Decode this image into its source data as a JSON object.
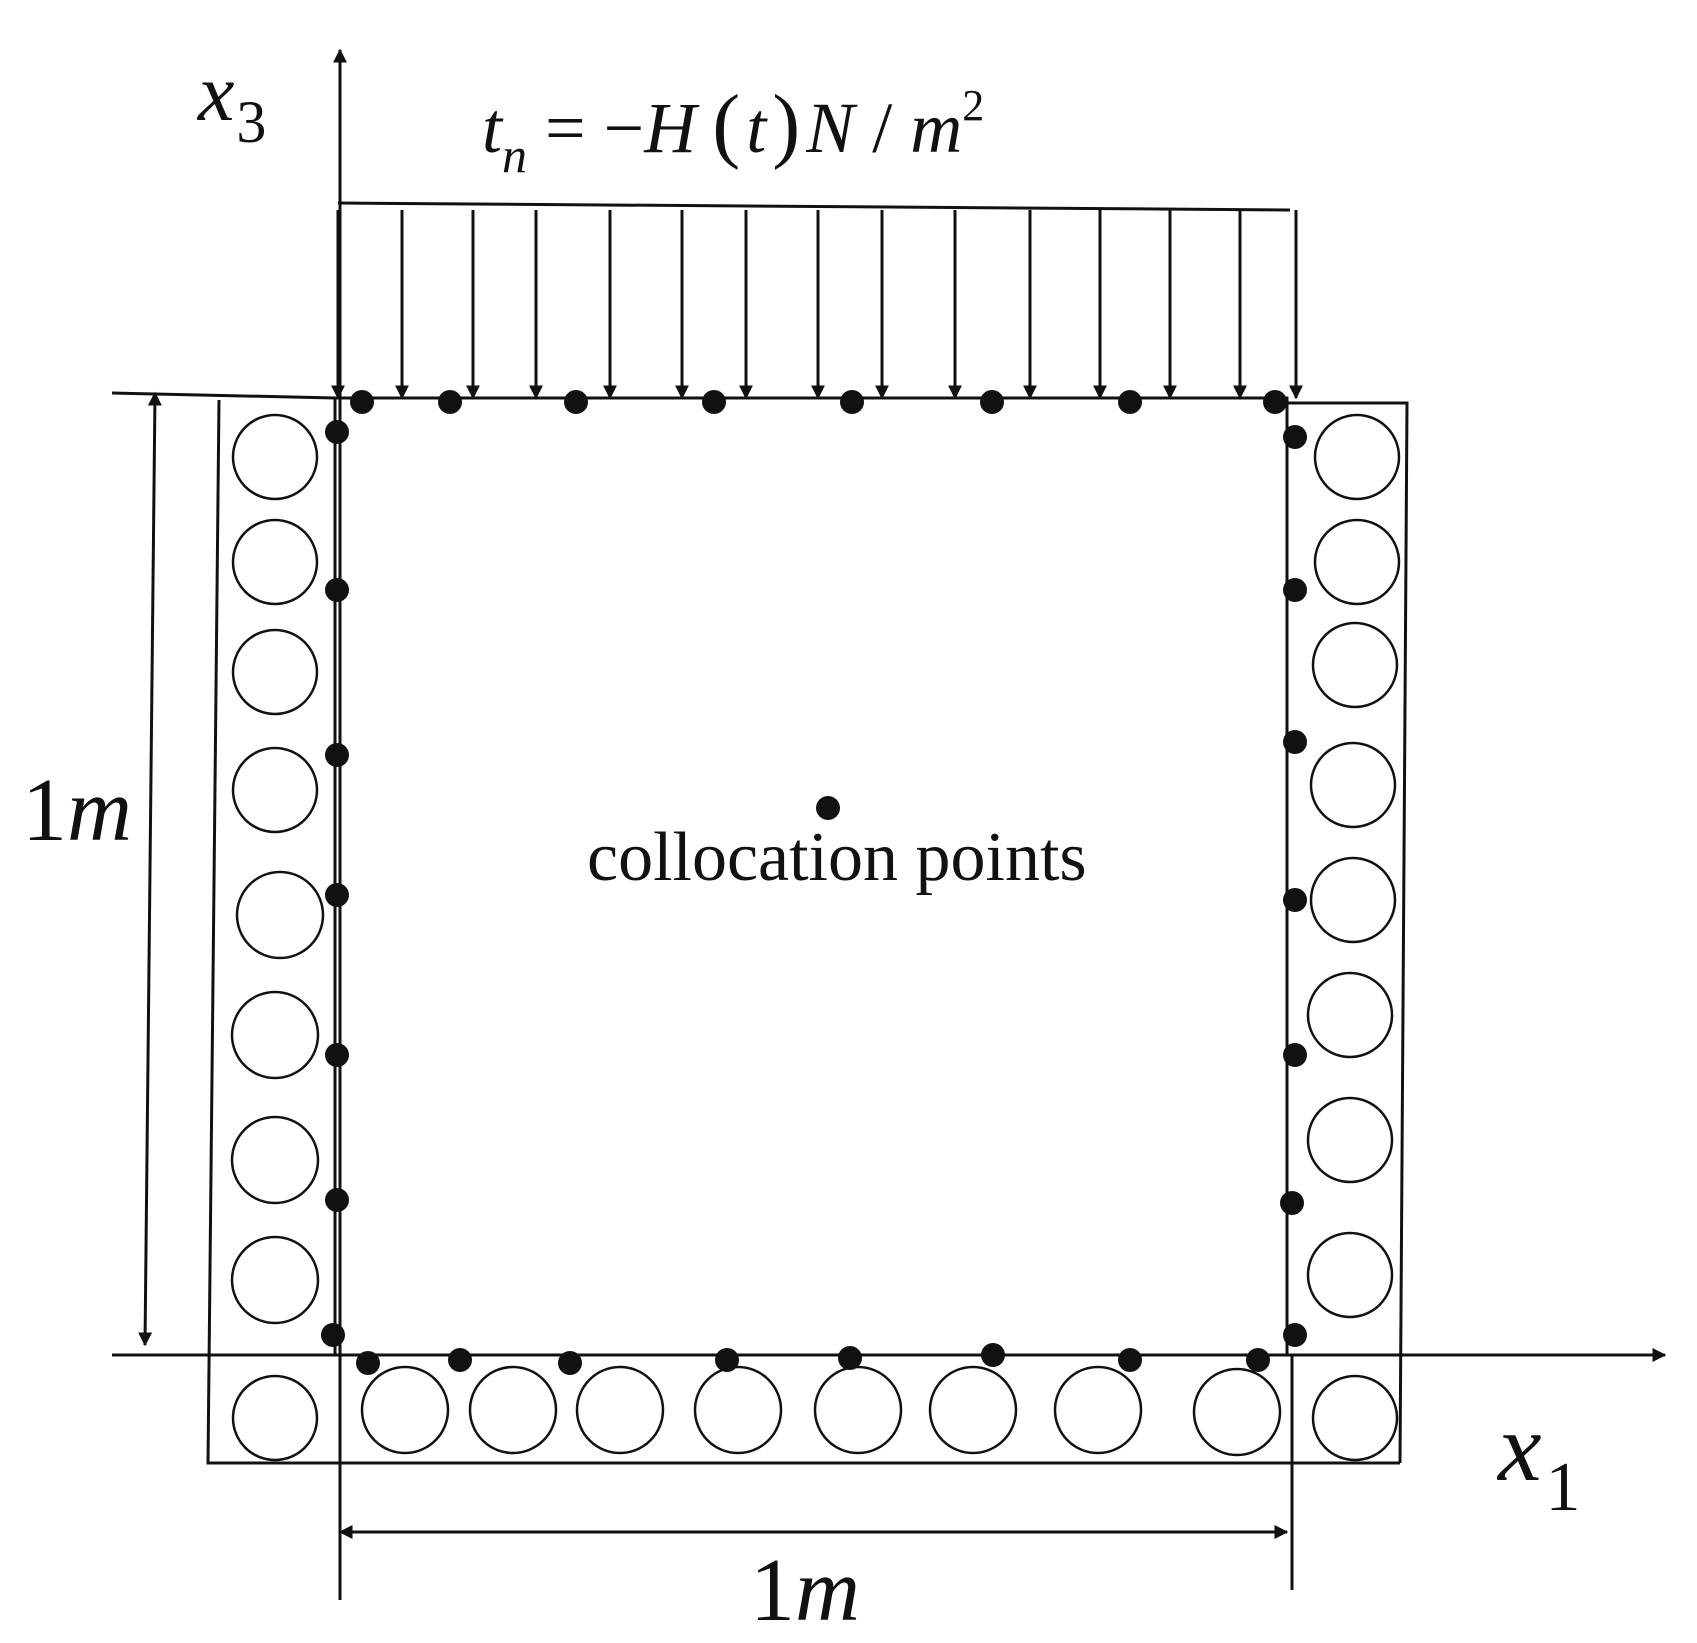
{
  "axes": {
    "vertical": {
      "symbol": "x",
      "subscript": "3"
    },
    "horizontal": {
      "symbol": "x",
      "subscript": "1"
    }
  },
  "load_formula": {
    "t": "t",
    "t_sub": "n",
    "equals": " = −",
    "H": "H",
    "open_paren": "(",
    "t_arg": "t",
    "close_paren": ")",
    "N": "N",
    "slash": " / ",
    "m": "m",
    "exp": "2"
  },
  "dimensions": {
    "height": {
      "number": "1",
      "unit": "m"
    },
    "width": {
      "number": "1",
      "unit": "m"
    }
  },
  "center_label": "collocation points",
  "colors": {
    "ink": "#111111",
    "background": "#ffffff"
  }
}
